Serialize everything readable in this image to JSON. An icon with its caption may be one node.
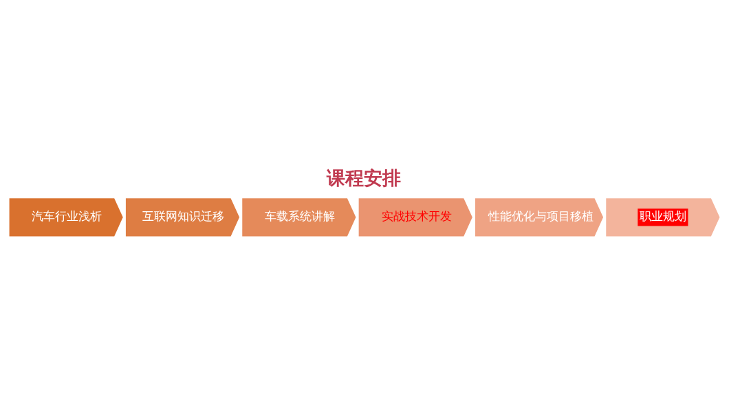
{
  "diagram": {
    "title": "课程安排",
    "nodes": [
      {
        "text": [
          "汽车行业浅析"
        ]
      },
      {
        "text": [
          "互联网知识迁移"
        ]
      },
      {
        "text": [
          "车载系统讲解"
        ]
      },
      {
        "text": [
          "实战技术开发"
        ]
      },
      {
        "text": [
          "性能优化与项目移植"
        ]
      },
      {
        "text": [
          "职业规划"
        ]
      }
    ]
  }
}
